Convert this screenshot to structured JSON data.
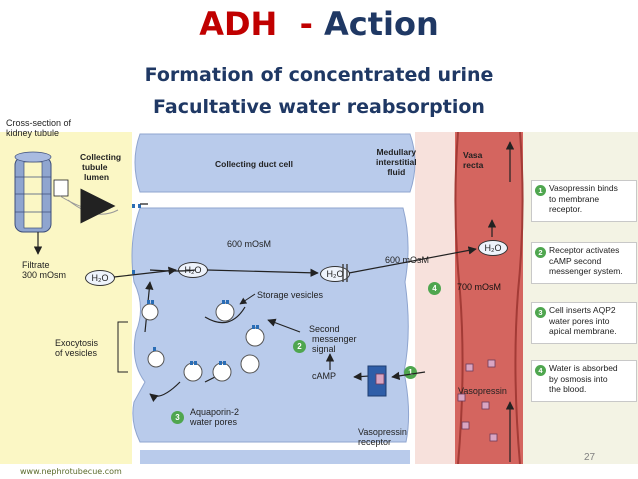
{
  "title_main": "ADH",
  "title_dash": "-",
  "title_action": "Action",
  "subtitle_1": "Formation of concentrated urine",
  "subtitle_2": "Facultative water reabsorption",
  "diagram": {
    "cross_section_l1": "Cross-section of",
    "cross_section_l2": "kidney tubule",
    "collecting_l1": "Collecting",
    "collecting_l2": "tubule",
    "collecting_l3": "lumen",
    "duct_cell": "Collecting duct cell",
    "medullary_l1": "Medullary",
    "medullary_l2": "interstitial",
    "medullary_l3": "fluid",
    "vasa_l1": "Vasa",
    "vasa_l2": "recta",
    "filtrate_l1": "Filtrate",
    "filtrate_l2": "300 mOsm",
    "mosm_600_cell": "600 mOsM",
    "mosm_600_fluid": "600 mOsM",
    "mosm_700": "700 mOsM",
    "h2o": "H₂O",
    "storage": "Storage vesicles",
    "second_l1": "Second",
    "second_l2": "messenger",
    "second_l3": "signal",
    "camp": "cAMP",
    "exo_l1": "Exocytosis",
    "exo_l2": "of vesicles",
    "aqp_l1": "Aquaporin-2",
    "aqp_l2": "water pores",
    "vaso_receptor_l1": "Vasopressin",
    "vaso_receptor_l2": "receptor",
    "vasopressin": "Vasopressin"
  },
  "steps": [
    {
      "num": "1",
      "l1": "Vasopressin binds",
      "l2": "to membrane",
      "l3": "receptor."
    },
    {
      "num": "2",
      "l1": "Receptor activates",
      "l2": "cAMP second",
      "l3": "messenger system."
    },
    {
      "num": "3",
      "l1": "Cell inserts AQP2",
      "l2": "water pores into",
      "l3": "apical membrane."
    },
    {
      "num": "4",
      "l1": "Water is absorbed",
      "l2": "by osmosis into",
      "l3": "the blood."
    }
  ],
  "footer": "www.nephrotubecue.com",
  "page_number": "27",
  "colors": {
    "title_red": "#c00000",
    "title_blue": "#1f3864",
    "lumen": "#fbf7c5",
    "cell": "#b9cbeb",
    "interstitial": "#f7e1dc",
    "vasa_recta": "#d4655f",
    "step_green": "#4fa64f"
  }
}
